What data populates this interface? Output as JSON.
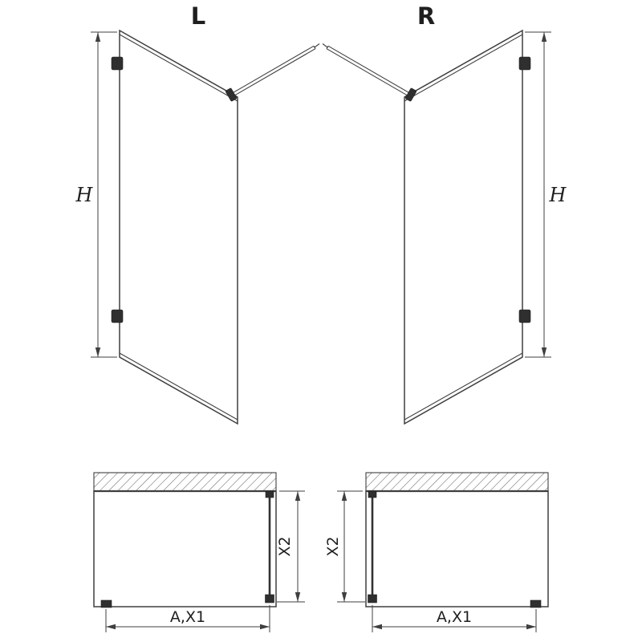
{
  "colors": {
    "background": "#ffffff",
    "line": "#3f3f3f",
    "text": "#1f1f1f",
    "hardware_fill": "#2f2f2f"
  },
  "views": {
    "perspective_left": {
      "label": "L",
      "height_dim": "H"
    },
    "perspective_right": {
      "label": "R",
      "height_dim": "H"
    },
    "plan_left": {
      "width_dim": "A,X1",
      "depth_dim": "X2"
    },
    "plan_right": {
      "width_dim": "A,X1",
      "depth_dim": "X2"
    }
  }
}
